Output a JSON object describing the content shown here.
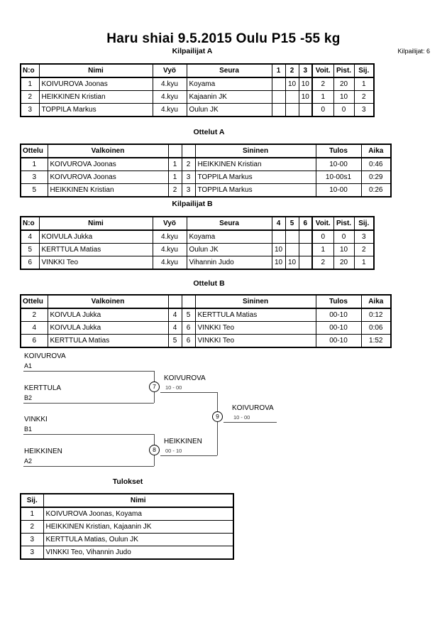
{
  "header": {
    "title": "Haru shiai  9.5.2015  Oulu   P15 -55 kg",
    "entrants": "Kilpailijat: 6"
  },
  "headings": {
    "pool_a": "Kilpailijat A",
    "matches_a": "Ottelut A",
    "pool_b": "Kilpailijat B",
    "matches_b": "Ottelut B",
    "results": "Tulokset"
  },
  "pool_columns": {
    "no": "N:o",
    "name": "Nimi",
    "belt": "Vyö",
    "club": "Seura",
    "wins": "Voit.",
    "points": "Pist.",
    "rank": "Sij."
  },
  "pool_a": {
    "score_headers": [
      "1",
      "2",
      "3"
    ],
    "rows": [
      {
        "no": "1",
        "name": "KOIVUROVA Joonas",
        "belt": "4.kyu",
        "club": "Koyama",
        "scores": [
          "",
          "10",
          "10"
        ],
        "wins": "2",
        "points": "20",
        "rank": "1"
      },
      {
        "no": "2",
        "name": "HEIKKINEN Kristian",
        "belt": "4.kyu",
        "club": "Kajaanin JK",
        "scores": [
          "",
          "",
          "10"
        ],
        "wins": "1",
        "points": "10",
        "rank": "2"
      },
      {
        "no": "3",
        "name": "TOPPILA Markus",
        "belt": "4.kyu",
        "club": "Oulun JK",
        "scores": [
          "",
          "",
          ""
        ],
        "wins": "0",
        "points": "0",
        "rank": "3"
      }
    ]
  },
  "pool_b": {
    "score_headers": [
      "4",
      "5",
      "6"
    ],
    "rows": [
      {
        "no": "4",
        "name": "KOIVULA Jukka",
        "belt": "4.kyu",
        "club": "Koyama",
        "scores": [
          "",
          "",
          ""
        ],
        "wins": "0",
        "points": "0",
        "rank": "3"
      },
      {
        "no": "5",
        "name": "KERTTULA Matias",
        "belt": "4.kyu",
        "club": "Oulun JK",
        "scores": [
          "10",
          "",
          ""
        ],
        "wins": "1",
        "points": "10",
        "rank": "2"
      },
      {
        "no": "6",
        "name": "VINKKI Teo",
        "belt": "4.kyu",
        "club": "Vihannin Judo",
        "scores": [
          "10",
          "10",
          ""
        ],
        "wins": "2",
        "points": "20",
        "rank": "1"
      }
    ]
  },
  "match_columns": {
    "match": "Ottelu",
    "white": "Valkoinen",
    "blue": "Sininen",
    "result": "Tulos",
    "time": "Aika"
  },
  "matches_a": [
    {
      "no": "1",
      "white": "KOIVUROVA Joonas",
      "white_no": "1",
      "blue_no": "2",
      "blue": "HEIKKINEN Kristian",
      "result": "10-00",
      "time": "0:46"
    },
    {
      "no": "3",
      "white": "KOIVUROVA Joonas",
      "white_no": "1",
      "blue_no": "3",
      "blue": "TOPPILA Markus",
      "result": "10-00s1",
      "time": "0:29"
    },
    {
      "no": "5",
      "white": "HEIKKINEN Kristian",
      "white_no": "2",
      "blue_no": "3",
      "blue": "TOPPILA Markus",
      "result": "10-00",
      "time": "0:26"
    }
  ],
  "matches_b": [
    {
      "no": "2",
      "white": "KOIVULA Jukka",
      "white_no": "4",
      "blue_no": "5",
      "blue": "KERTTULA Matias",
      "result": "00-10",
      "time": "0:12"
    },
    {
      "no": "4",
      "white": "KOIVULA Jukka",
      "white_no": "4",
      "blue_no": "6",
      "blue": "VINKKI Teo",
      "result": "00-10",
      "time": "0:06"
    },
    {
      "no": "6",
      "white": "KERTTULA Matias",
      "white_no": "5",
      "blue_no": "6",
      "blue": "VINKKI Teo",
      "result": "00-10",
      "time": "1:52"
    }
  ],
  "bracket": {
    "entries": [
      {
        "name": "KOIVUROVA",
        "seed": "A1"
      },
      {
        "name": "KERTTULA",
        "seed": "B2"
      },
      {
        "name": "VINKKI",
        "seed": "B1"
      },
      {
        "name": "HEIKKINEN",
        "seed": "A2"
      }
    ],
    "semifinal_1": {
      "number": "7",
      "winner": "KOIVUROVA",
      "score": "10 - 00"
    },
    "semifinal_2": {
      "number": "8",
      "winner": "HEIKKINEN",
      "score": "00 - 10"
    },
    "final": {
      "number": "9",
      "winner": "KOIVUROVA",
      "score": "10 - 00"
    }
  },
  "results_columns": {
    "rank": "Sij.",
    "name": "Nimi"
  },
  "results": [
    {
      "rank": "1",
      "name": "KOIVUROVA Joonas, Koyama"
    },
    {
      "rank": "2",
      "name": "HEIKKINEN Kristian, Kajaanin JK"
    },
    {
      "rank": "3",
      "name": "KERTTULA Matias, Oulun JK"
    },
    {
      "rank": "3",
      "name": "VINKKI Teo, Vihannin Judo"
    }
  ]
}
